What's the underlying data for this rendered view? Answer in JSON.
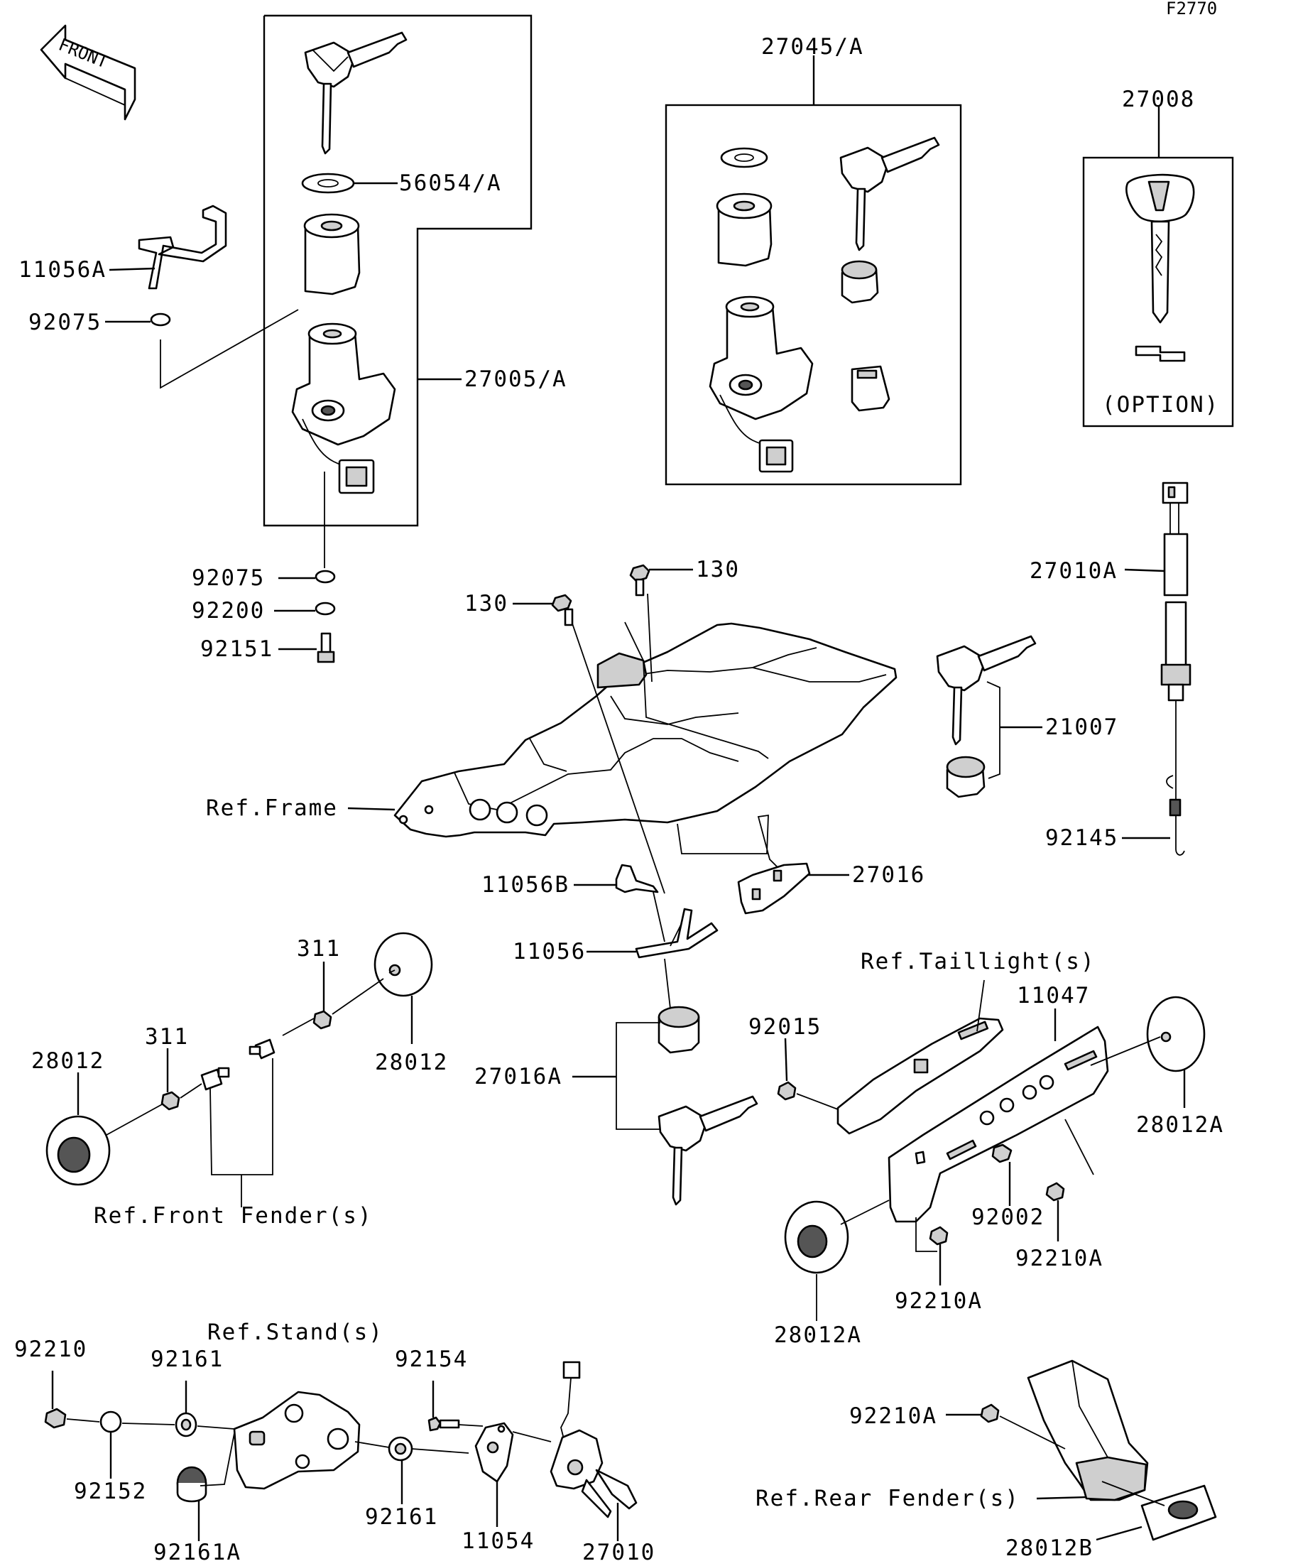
{
  "diagram_code": "F2770",
  "front_arrow_label": "FRONT",
  "option_label": "(OPTION)",
  "labels": {
    "p27045A": "27045/A",
    "p27008": "27008",
    "p56054A": "56054/A",
    "p11056A": "11056A",
    "p92075_top": "92075",
    "p27005A": "27005/A",
    "p92075_mid": "92075",
    "p92200": "92200",
    "p92151": "92151",
    "p130_right": "130",
    "p130_left": "130",
    "p27010A": "27010A",
    "p21007": "21007",
    "ref_frame": "Ref.Frame",
    "p92145": "92145",
    "p11056B": "11056B",
    "p27016": "27016",
    "p11056": "11056",
    "p311_top": "311",
    "ref_taillight": "Ref.Taillight(s)",
    "p11047": "11047",
    "p311_left": "311",
    "p28012_left": "28012",
    "p28012_right": "28012",
    "p92015": "92015",
    "p27016A": "27016A",
    "p28012A_right": "28012A",
    "ref_front_fender": "Ref.Front Fender(s)",
    "p92002": "92002",
    "p92210A_right": "92210A",
    "p92210A_mid": "92210A",
    "p28012A_bottom": "28012A",
    "ref_stand": "Ref.Stand(s)",
    "p92210": "92210",
    "p92161_top": "92161",
    "p92154": "92154",
    "p92210A_bottom": "92210A",
    "p92152": "92152",
    "ref_rear_fender": "Ref.Rear Fender(s)",
    "p92161_bottom": "92161",
    "p11054": "11054",
    "p92161A": "92161A",
    "p27010": "27010",
    "p28012B": "28012B"
  },
  "colors": {
    "line": "#000000",
    "background": "#ffffff",
    "part_fill": "#ffffff",
    "shade": "#cfcfcf"
  }
}
